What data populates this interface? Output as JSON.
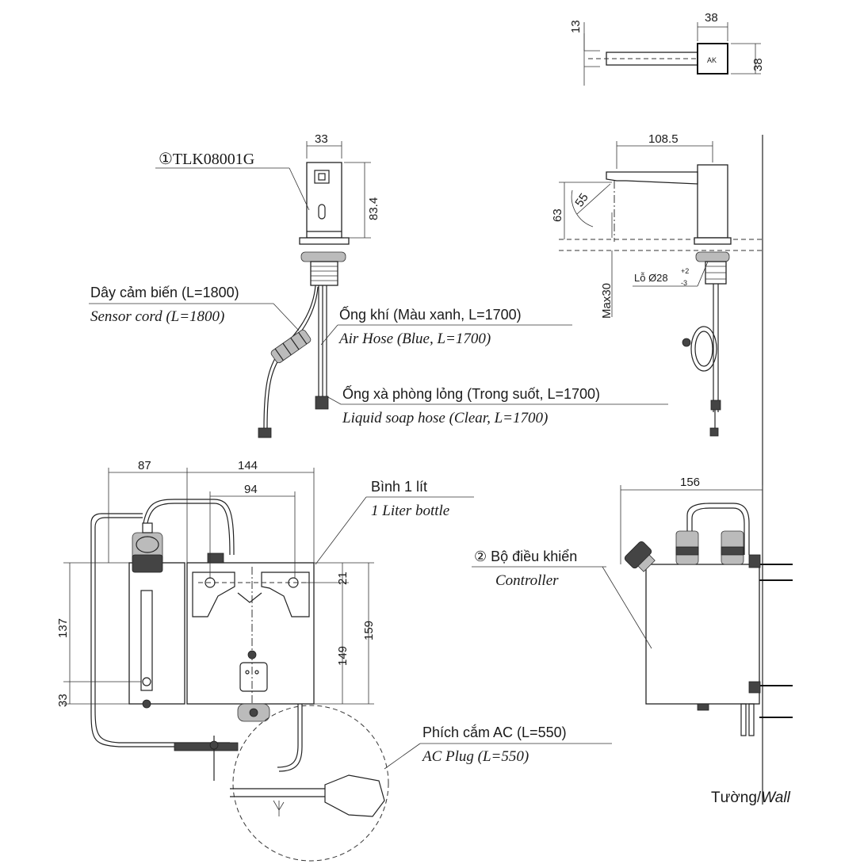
{
  "top_view": {
    "dim_13": "13",
    "dim_38_width": "38",
    "dim_38_height": "38"
  },
  "faucet_front": {
    "model_label": "①TLK08001G",
    "dim_33": "33",
    "dim_83_4": "83.4"
  },
  "faucet_side": {
    "dim_108_5": "108.5",
    "dim_55": "55",
    "dim_63": "63",
    "dim_max30": "Max30",
    "hole_label": "Lỗ Ø28",
    "hole_tol_plus": "+2",
    "hole_tol_minus": "-3"
  },
  "hoses": {
    "sensor_cord_vi": "Dây cảm biến (L=1800)",
    "sensor_cord_en": "Sensor cord (L=1800)",
    "air_hose_vi": "Ống khí (Màu xanh, L=1700)",
    "air_hose_en": "Air Hose (Blue, L=1700)",
    "soap_hose_vi": "Ống xà phòng lỏng (Trong suốt, L=1700)",
    "soap_hose_en": "Liquid soap hose (Clear, L=1700)"
  },
  "controller_front": {
    "dim_87": "87",
    "dim_144": "144",
    "dim_94": "94",
    "dim_137": "137",
    "dim_33": "33",
    "dim_21": "21",
    "dim_149": "149",
    "dim_159": "159",
    "bottle_vi": "Bình 1 lít",
    "bottle_en": "1 Liter bottle",
    "ac_plug_vi": "Phích cắm AC (L=550)",
    "ac_plug_en": "AC Plug (L=550)"
  },
  "controller_side": {
    "dim_156": "156",
    "controller_vi": "② Bộ điều khiển",
    "controller_en": "Controller",
    "wall_vi": "Tường/",
    "wall_en": "Wall"
  }
}
